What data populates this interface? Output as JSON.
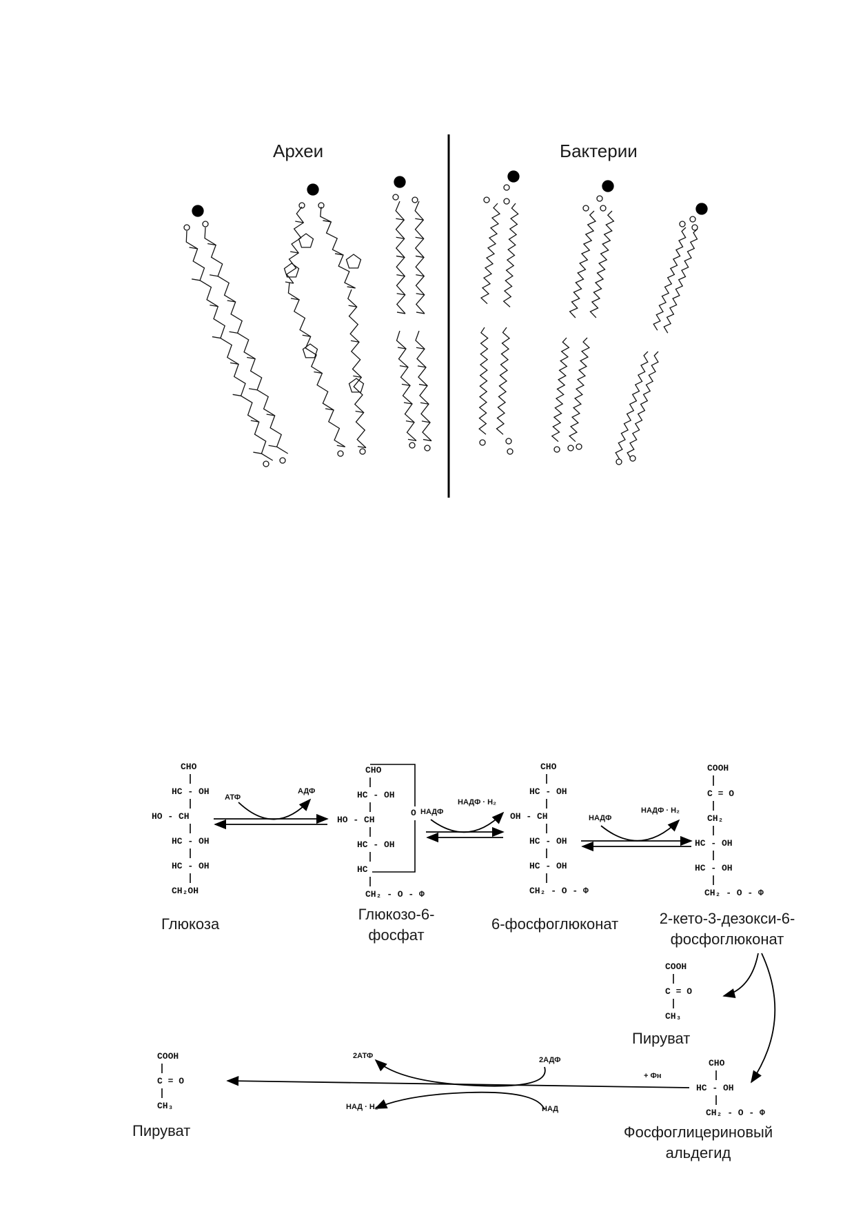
{
  "lipids": {
    "archaea_label": "Археи",
    "bacteria_label": "Бактерии"
  },
  "pathway": {
    "compounds": {
      "glucose": {
        "name": "Глюкоза",
        "lines": [
          "CHO",
          "HC - OH",
          "HO - CH",
          "HC - OH",
          "HC - OH",
          "CH₂OH"
        ]
      },
      "g6p": {
        "name": "Глюкозо-6-\nфосфат",
        "lines": [
          "CHO",
          "HC - OH",
          "HO - CH",
          "HC - OH",
          "HC",
          "CH₂ - O - Ф"
        ],
        "ring_o": "O"
      },
      "pg6": {
        "name": "6-фосфоглюконат",
        "lines": [
          "CHO",
          "HC - OH",
          "OH - CH",
          "HC - OH",
          "HC - OH",
          "CH₂ - O - Ф"
        ]
      },
      "kdpg": {
        "name": "2-кето-3-дезокси-6-\nфосфоглюконат",
        "lines": [
          "COOH",
          "C = O",
          "CH₂",
          "HC - OH",
          "HC - OH",
          "CH₂ - O - Ф"
        ]
      },
      "pyruvate1": {
        "name": "Пируват",
        "lines": [
          "COOH",
          "C = O",
          "CH₃"
        ]
      },
      "gap": {
        "name": "Фосфоглицериновый\nальдегид",
        "lines": [
          "CHO",
          "HC - OH",
          "CH₂ - O - Ф"
        ]
      },
      "pyruvate2": {
        "name": "Пируват",
        "lines": [
          "COOH",
          "C = O",
          "CH₃"
        ]
      }
    },
    "cofactors": {
      "atp": "АТФ",
      "adp": "АДФ",
      "nadp1": "НАДФ",
      "nadph1": "НАДФ · H₂",
      "nadp2": "НАДФ",
      "nadph2": "НАДФ · H₂",
      "two_atp": "2АТФ",
      "two_adp": "2АДФ",
      "nadh": "НАД · H₂",
      "nad": "НАД",
      "pi": "+ Фн"
    }
  }
}
